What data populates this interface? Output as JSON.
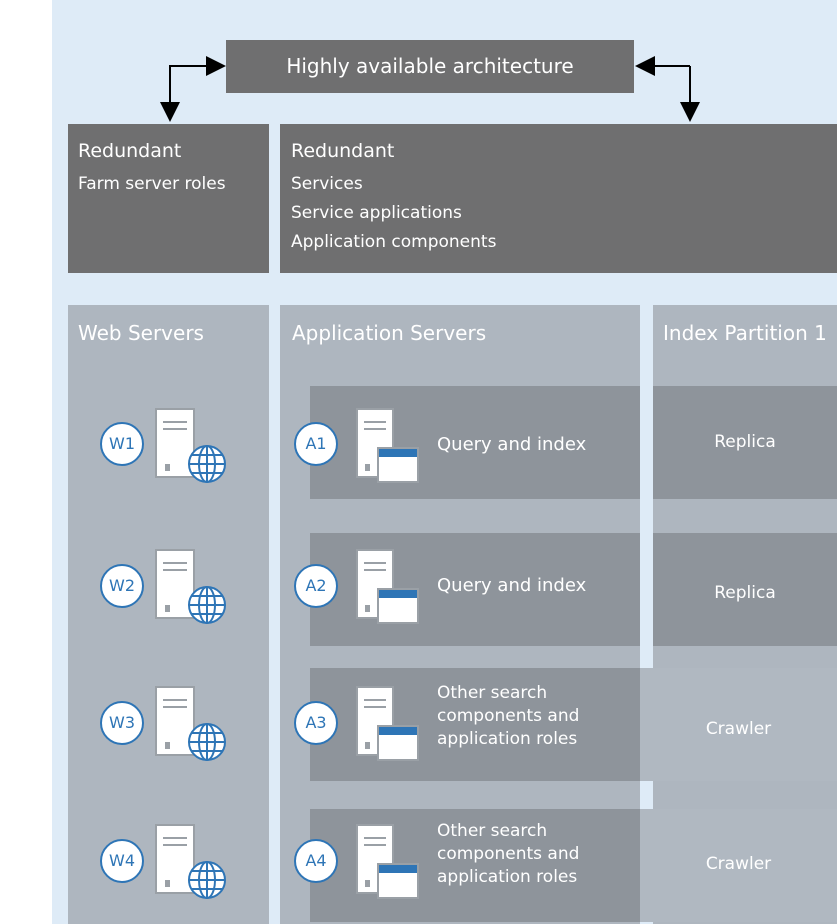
{
  "title": "Highly available architecture",
  "redundant_roles": {
    "heading": "Redundant",
    "line1": "Farm server roles"
  },
  "redundant_services": {
    "heading": "Redundant",
    "lines": [
      "Services",
      "Service applications",
      "Application components"
    ]
  },
  "columns": {
    "web": "Web Servers",
    "app": "Application Servers",
    "index": "Index Partition 1"
  },
  "web_servers": [
    "W1",
    "W2",
    "W3",
    "W4"
  ],
  "app_servers": [
    {
      "id": "A1",
      "label": "Query and index"
    },
    {
      "id": "A2",
      "label": "Query and index"
    },
    {
      "id": "A3",
      "label": "Other search components and application roles"
    },
    {
      "id": "A4",
      "label": "Other search components and application roles"
    }
  ],
  "index_cells": [
    "Replica",
    "Replica",
    "Crawler",
    "Crawler"
  ],
  "colors": {
    "background": "#deebf7",
    "dark_box": "#6f6f70",
    "column": "#aeb6bf",
    "row": "#8e949b",
    "accent": "#2e75b6"
  },
  "icons": {
    "server": "server-icon",
    "globe": "globe-icon",
    "window": "window-icon",
    "arrow": "double-arrow-connector"
  }
}
